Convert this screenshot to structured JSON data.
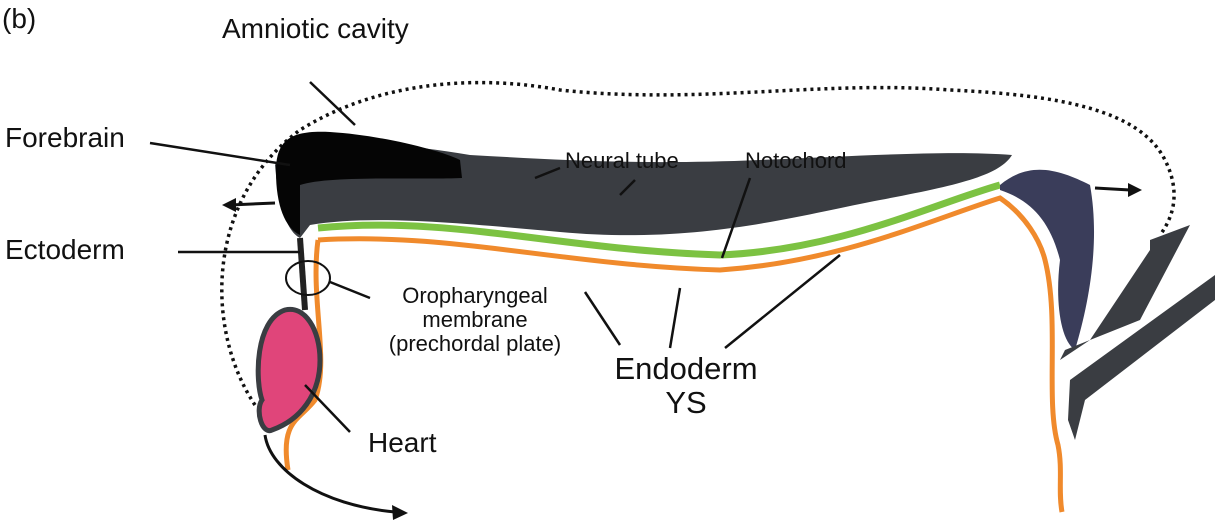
{
  "panel_label": "(b)",
  "labels": {
    "amniotic_cavity": "Amniotic cavity",
    "forebrain": "Forebrain",
    "ectoderm": "Ectoderm",
    "neural_tube": "Neural tube",
    "notochord": "Notochord",
    "oropharyngeal_line1": "Oropharyngeal",
    "oropharyngeal_line2": "membrane",
    "oropharyngeal_line3": "(prechordal plate)",
    "endoderm": "Endoderm",
    "ys": "YS",
    "heart": "Heart"
  },
  "colors": {
    "neural_tube": "#3a3d42",
    "forebrain": "#050505",
    "notochord": "#7cc242",
    "endoderm": "#f08a2c",
    "heart": "#e0457a"
  }
}
